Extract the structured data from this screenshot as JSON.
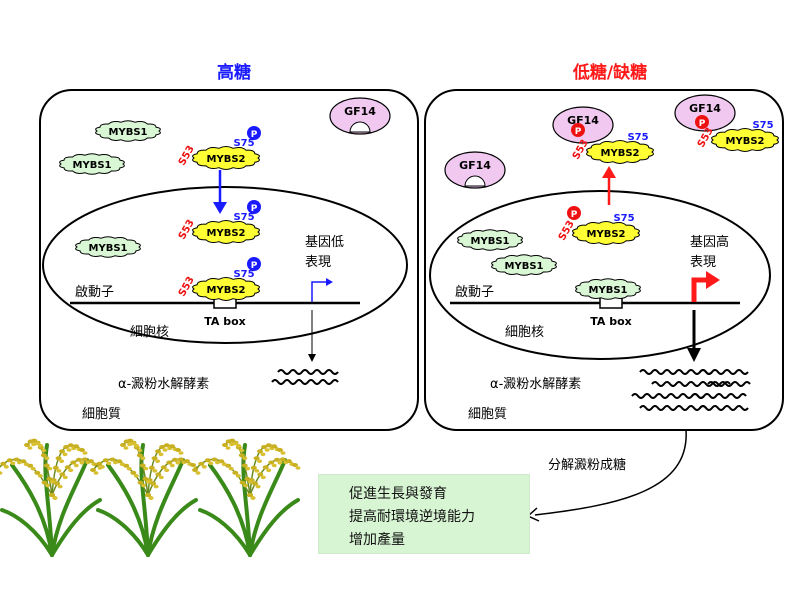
{
  "panels": {
    "left_title": "高糖",
    "right_title": "低糖/缺糖",
    "left_title_color": "#1a1aff",
    "right_title_color": "#ff1a1a"
  },
  "labels": {
    "gf14": "GF14",
    "mybs1": "MYBS1",
    "mybs2": "MYBS2",
    "p": "P",
    "s53": "S53",
    "s75": "S75",
    "promoter": "啟動子",
    "ta_box": "TA box",
    "nucleus": "細胞核",
    "cytoplasm": "細胞質",
    "amylase": "α-澱粉水解酵素",
    "low_expr_1": "基因低",
    "low_expr_2": "表現",
    "high_expr_1": "基因高",
    "high_expr_2": "表現",
    "degrade": "分解澱粉成糖"
  },
  "benefits": [
    "促進生長與發育",
    "提高耐環境逆境能力",
    "增加產量"
  ],
  "colors": {
    "mybs1_fill": "#d9f7d5",
    "mybs2_fill": "#ffff33",
    "gf14_fill": "#f0c8f0",
    "phospho_blue": "#1a1aff",
    "phospho_red": "#ee1111",
    "s53_color": "#ee1111",
    "s75_color": "#1a1aff",
    "benefit_bg": "#d7f5d3"
  }
}
